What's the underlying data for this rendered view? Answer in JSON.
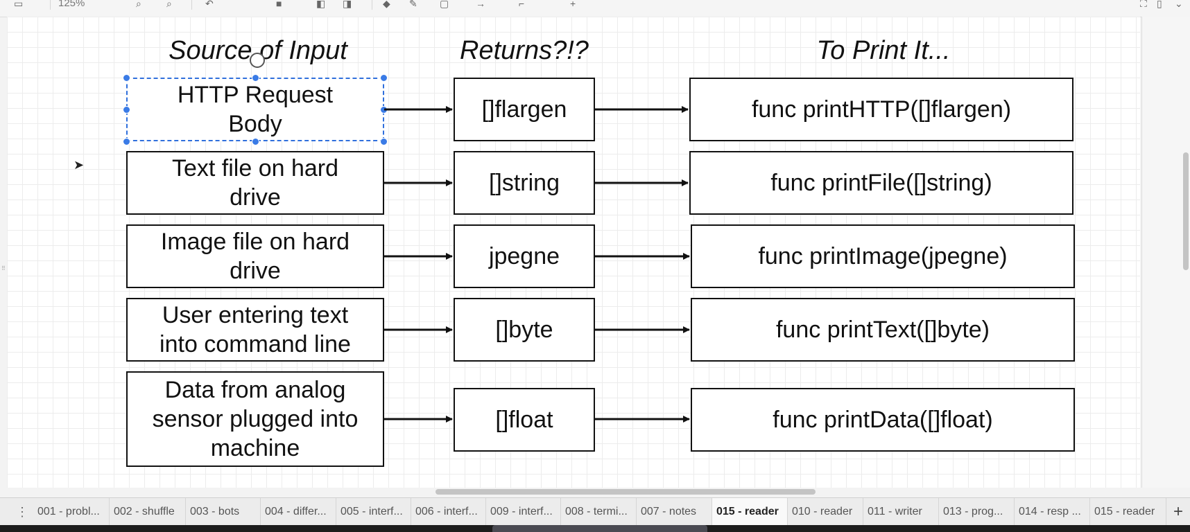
{
  "toolbar": {
    "zoom_label": "125%"
  },
  "headers": {
    "source": "Source of Input",
    "returns": "Returns?!?",
    "print": "To Print It..."
  },
  "rows": [
    {
      "source": [
        "HTTP Request",
        "Body"
      ],
      "returns": "[]flargen",
      "print": "func printHTTP([]flargen)"
    },
    {
      "source": [
        "Text file on hard",
        "drive"
      ],
      "returns": "[]string",
      "print": "func printFile([]string)"
    },
    {
      "source": [
        "Image file on hard",
        "drive"
      ],
      "returns": "jpegne",
      "print": "func printImage(jpegne)"
    },
    {
      "source": [
        "User entering text",
        "into command line"
      ],
      "returns": "[]byte",
      "print": "func printText([]byte)"
    },
    {
      "source": [
        "Data from analog",
        "sensor plugged into",
        "machine"
      ],
      "returns": "[]float",
      "print": "func printData([]float)"
    }
  ],
  "tabs": [
    {
      "label": "001 - probl..."
    },
    {
      "label": "002 - shuffle"
    },
    {
      "label": "003 - bots"
    },
    {
      "label": "004 - differ..."
    },
    {
      "label": "005 - interf..."
    },
    {
      "label": "006 - interf..."
    },
    {
      "label": "009 - interf..."
    },
    {
      "label": "008 - termi..."
    },
    {
      "label": "007 - notes"
    },
    {
      "label": "015 - reader"
    },
    {
      "label": "010 - reader"
    },
    {
      "label": "011 - writer"
    },
    {
      "label": "013 - prog..."
    },
    {
      "label": "014 - resp ..."
    },
    {
      "label": "015 - reader"
    }
  ],
  "active_tab_index": 9,
  "colors": {
    "selection": "#2f6fdc",
    "stroke": "#111111"
  }
}
